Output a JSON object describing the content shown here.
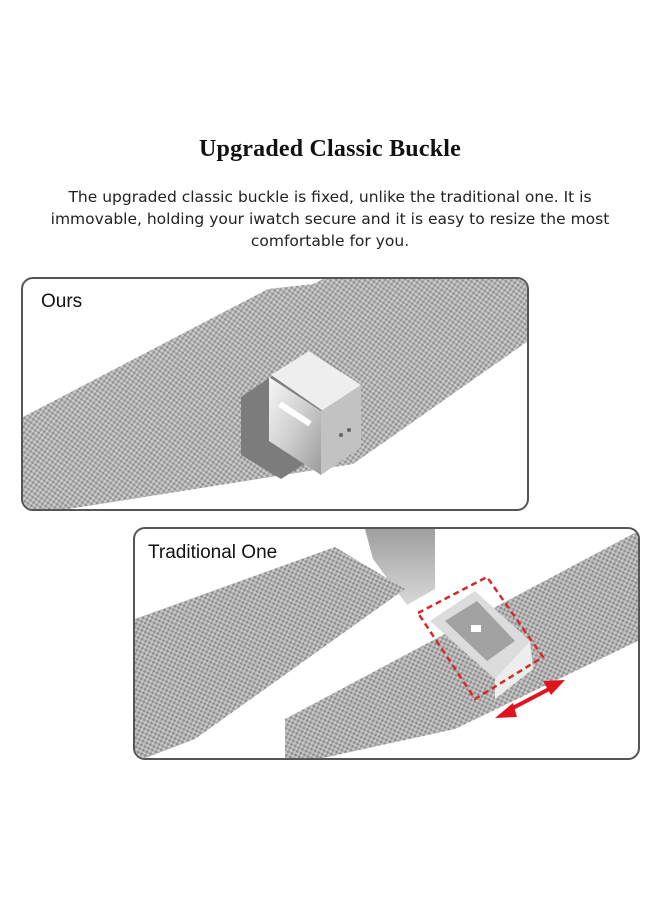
{
  "heading": "Upgraded Classic Buckle",
  "description": "The upgraded classic buckle is fixed, unlike the traditional one. It is immovable, holding your iwatch secure and it is easy to resize the most comfortable for you.",
  "panels": {
    "ours": {
      "label": "Ours"
    },
    "traditional": {
      "label": "Traditional One"
    }
  },
  "colors": {
    "mesh": "#a9a9a9",
    "buckle": "#d9d9d9",
    "highlight_box": "#d42a2a",
    "adjust_arrow": "#e0141c"
  },
  "icons": {
    "adjust_arrow": "double-arrow-icon"
  }
}
